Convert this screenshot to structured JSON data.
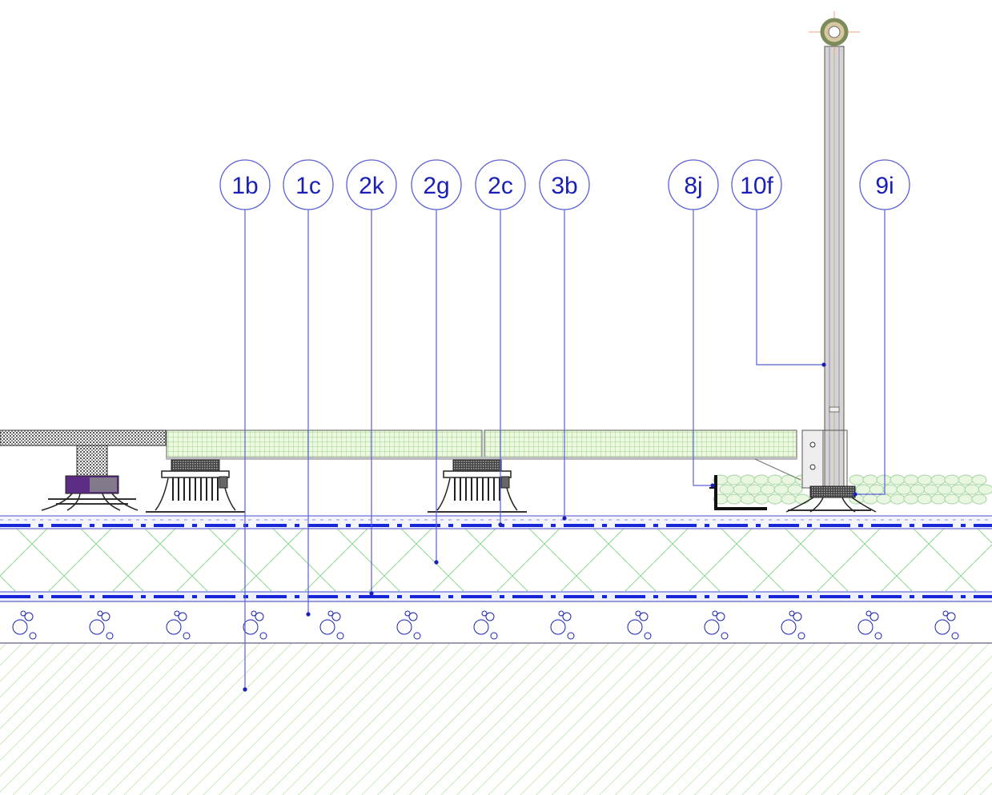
{
  "callouts": [
    {
      "id": "1b",
      "label": "1b"
    },
    {
      "id": "1c",
      "label": "1c"
    },
    {
      "id": "2k",
      "label": "2k"
    },
    {
      "id": "2g",
      "label": "2g"
    },
    {
      "id": "2c",
      "label": "2c"
    },
    {
      "id": "3b",
      "label": "3b"
    },
    {
      "id": "8j",
      "label": "8j"
    },
    {
      "id": "10f",
      "label": "10f"
    },
    {
      "id": "9i",
      "label": "9i"
    }
  ],
  "colors": {
    "callout": "#1a1fb8",
    "membrane": "#1726d6",
    "insulation_hatch": "#8fd68f",
    "deck_fill": "#ddf3c9",
    "ground_hatch": "#a6dd8c",
    "gravel": "#9fd49f",
    "pedestal": "#222222",
    "post": "#b9b3a9"
  }
}
